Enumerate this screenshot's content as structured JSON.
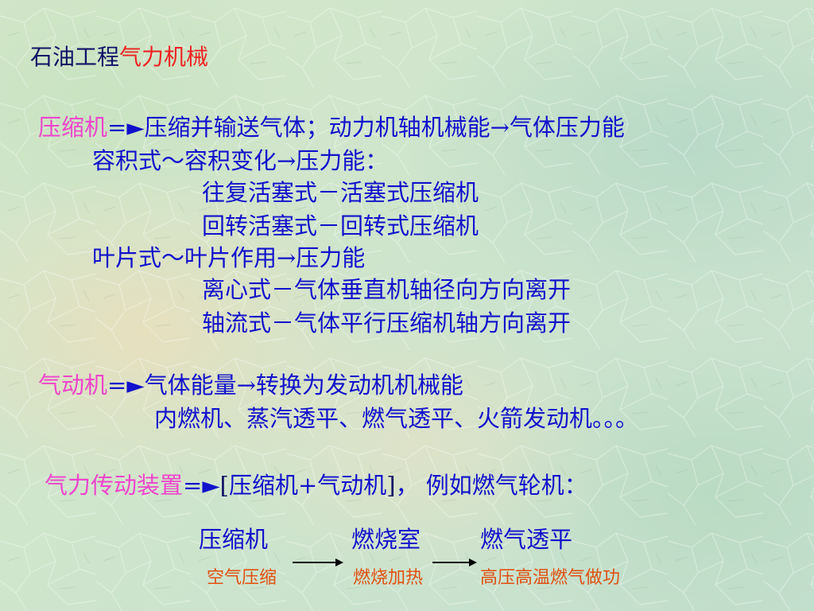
{
  "title": {
    "part1": "石油工程",
    "part2": "气力机械"
  },
  "compressor": {
    "label": "压缩机",
    "arrow": "=►",
    "desc": "压缩并输送气体；动力机轴机械能→气体压力能",
    "volumetric": "容积式～容积变化→压力能：",
    "reciprocating": "往复活塞式－活塞式压缩机",
    "rotary": "回转活塞式－回转式压缩机",
    "vane": "叶片式～叶片作用→压力能",
    "centrifugal": "离心式－气体垂直机轴径向方向离开",
    "axial": "轴流式－气体平行压缩机轴方向离开"
  },
  "pneumatic_motor": {
    "label": "气动机",
    "arrow": "=►",
    "desc": "气体能量→转换为发动机机械能",
    "examples": "内燃机、蒸汽透平、燃气透平、火箭发动机。。。"
  },
  "transmission": {
    "label": "气力传动装置",
    "arrow": "=►",
    "bracket_open": "[",
    "content": "压缩机+气动机",
    "bracket_close": "]",
    "example": "， 例如燃气轮机："
  },
  "flow": {
    "stages": [
      "压缩机",
      "燃烧室",
      "燃气透平"
    ],
    "processes": [
      "空气压缩",
      "燃烧加热",
      "高压高温燃气做功"
    ]
  },
  "colors": {
    "blue_text": "#1111cc",
    "pink_label": "#ee44cc",
    "red_title": "#ee2222",
    "orange_sub": "#e05010"
  }
}
